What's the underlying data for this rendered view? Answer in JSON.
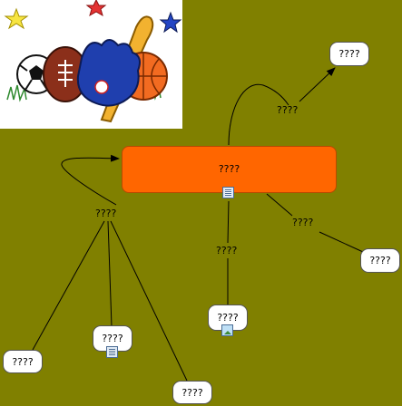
{
  "colors": {
    "background": "#808000",
    "central_fill": "#ff6600",
    "node_fill": "#ffffff",
    "edge": "#000000"
  },
  "map": {
    "central": {
      "text": "????"
    },
    "nodes": [
      {
        "id": "top-right",
        "text": "????"
      },
      {
        "id": "right",
        "text": "????"
      },
      {
        "id": "bottom-center",
        "text": "????"
      },
      {
        "id": "bottom-left",
        "text": "????"
      },
      {
        "id": "left-middle",
        "text": "????"
      },
      {
        "id": "bottom",
        "text": "????"
      }
    ],
    "edge_labels": [
      {
        "id": "to-top-right",
        "text": "????"
      },
      {
        "id": "to-right",
        "text": "????"
      },
      {
        "id": "to-bottom-center",
        "text": "????"
      },
      {
        "id": "to-left-group",
        "text": "????"
      }
    ]
  },
  "picture": {
    "icon": "sports-balls-clipart"
  }
}
